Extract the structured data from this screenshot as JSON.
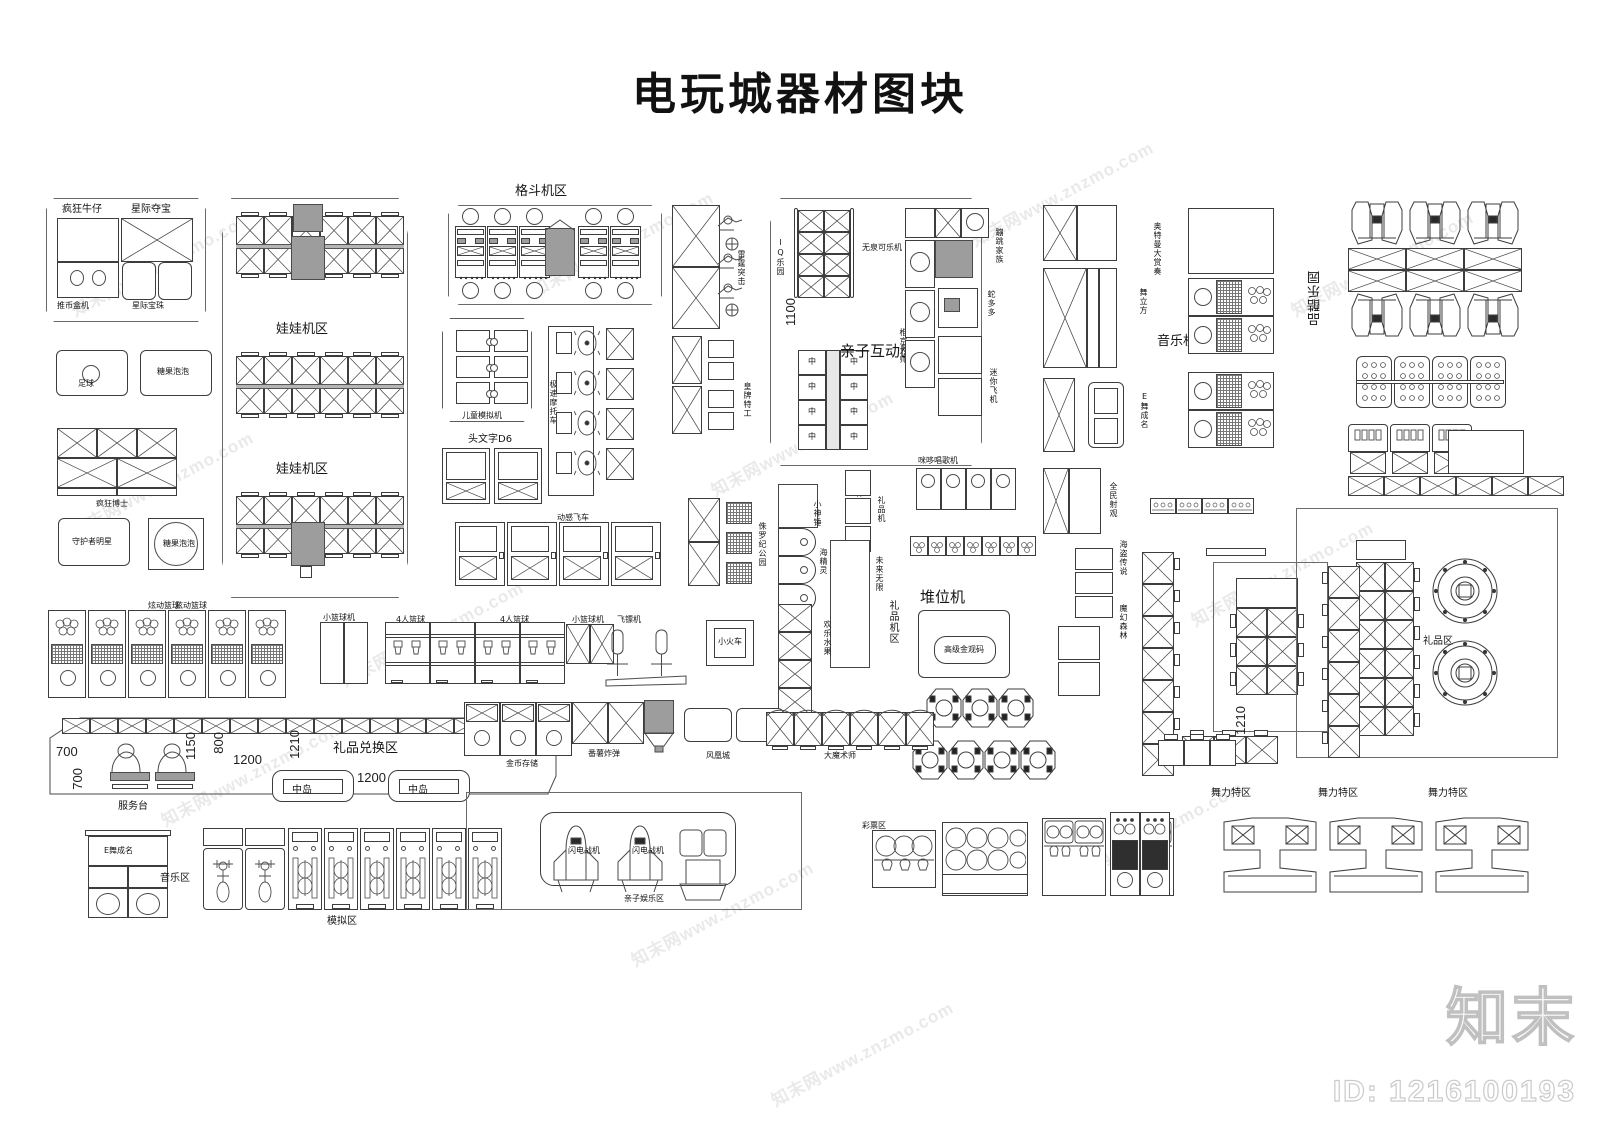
{
  "page": {
    "title": "电玩城器材图块",
    "brand_logo": "知末",
    "brand_id": "ID: 1216100193",
    "watermark_text": "知末网www.znzmo.com",
    "watermark_text_alt": "www.znzmo.com"
  },
  "zones": {
    "claw_area_1": "娃娃机区",
    "claw_area_2": "娃娃机区",
    "fighting_area": "格斗机区",
    "parent_child_area": "亲子互动区",
    "music_machine_area": "音乐机区",
    "gift_machine_area": "礼品机区",
    "gift_exchange_area": "礼品兑换区",
    "gift_area": "礼品区",
    "music_area": "音乐区",
    "lottery_area": "彩票区",
    "simulation_area": "模拟区",
    "family_fun_area": "亲子娱乐区",
    "dance_zone_1": "舞力特区",
    "dance_zone_2": "舞力特区",
    "dance_zone_3": "舞力特区",
    "iq_park": "IQ乐园",
    "cool_music_area": "品酷乐园"
  },
  "machines": {
    "crazy_cowboy": "疯狂牛仔",
    "interstellar_treasure": "星际夺宝",
    "coin_pusher": "推币盒机",
    "interstellar_pearl": "星际宝珠",
    "football": "足球",
    "candy_pool": "糖果泡泡",
    "crazy_doctor": "疯狂博士",
    "guard_base": "守护者明星",
    "spin_basket": "炫动篮球",
    "service_desk": "服务台",
    "center_island_1": "中岛",
    "center_island_2": "中岛",
    "e_dance": "E舞成名",
    "initial_d6": "头文字D6",
    "kids_sim": "儿童模拟机",
    "speed_moto": "极速摩托车",
    "dynamic_car": "动感飞车",
    "thunder_strike": "雷霆突击",
    "ace_agent": "皇牌特工",
    "jurassic_park": "侏罗纪公园",
    "cola_machine": "无泉可乐机",
    "jump_family": "蹦跳家族",
    "snake": "蛇多多",
    "mini_plane": "迷你飞机",
    "karaoke": "咪哆唱歌机",
    "kyoto_master": "椎京大师",
    "ultraman": "奥特曼大赏奏",
    "dance_cube": "舞立方",
    "e_dance_fame": "E舞成名",
    "national_shoot": "全民射观",
    "pirate_king": "海盗传说",
    "magic_forest": "魔幻森林",
    "basketball_4p_1": "4人篮球",
    "basketball_4p_2": "4人篮球",
    "mini_basket": "小篮球机",
    "dart_machine": "飞镖机",
    "little_train": "小火车",
    "small_hammer": "小神锤",
    "sea_elf": "海精灵",
    "gift_machine": "礼品机",
    "future_unlimited": "未来无限",
    "happy_fruit": "欢乐水果",
    "coin_store": "金币存储",
    "flip_bomb": "番薯炸弹",
    "phoenix_city": "风凰城",
    "great_magician": "大魔术师",
    "stacker": "堆位机",
    "high_grade_prize": "高级金观码",
    "lightning_fighter_1": "闪电战机",
    "lightning_fighter_2": "闪电战机"
  },
  "dimensions": {
    "d700_a": "700",
    "d700_b": "700",
    "d1150": "1150",
    "d800": "800",
    "d1200_a": "1200",
    "d1200_b": "1200",
    "d1210_a": "1210",
    "d1210_b": "1210",
    "d1100": "1100"
  },
  "colors": {
    "line": "#3d3d3d",
    "fill_gray": "#9d9d9d",
    "paper": "#ffffff",
    "text": "#151515"
  }
}
